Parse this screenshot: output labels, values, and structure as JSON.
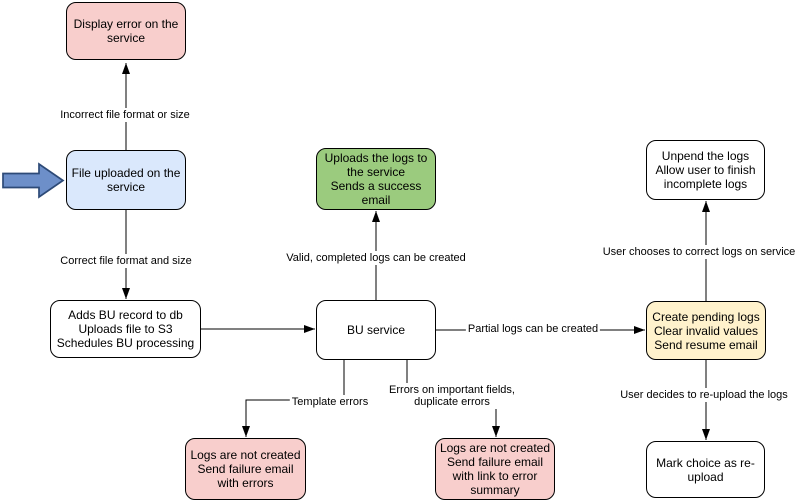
{
  "diagram": {
    "nodes": [
      {
        "key": "display-error",
        "label": "Display error on the\nservice",
        "fill": "#f8cecc"
      },
      {
        "key": "file-uploaded",
        "label": "File uploaded on the\nservice",
        "fill": "#dae8fc"
      },
      {
        "key": "adds-bu-record",
        "label": "Adds BU record to db\nUploads file to S3\nSchedules BU processing",
        "fill": "#ffffff"
      },
      {
        "key": "uploads-logs",
        "label": "Uploads the logs to\nthe service\nSends a success\nemail",
        "fill": "#9bcb7e"
      },
      {
        "key": "bu-service",
        "label": "BU service",
        "fill": "#ffffff"
      },
      {
        "key": "unpend-logs",
        "label": "Unpend the logs\nAllow user to finish\nincomplete logs",
        "fill": "#ffffff"
      },
      {
        "key": "create-pending-logs",
        "label": "Create pending logs\nClear invalid values\nSend resume email",
        "fill": "#fff2cc"
      },
      {
        "key": "mark-reupload",
        "label": "Mark choice as re-\nupload",
        "fill": "#ffffff"
      },
      {
        "key": "logs-not-created-errors",
        "label": "Logs are not created\nSend failure email\nwith errors",
        "fill": "#f8cecc"
      },
      {
        "key": "logs-not-created-summary",
        "label": "Logs are not created\nSend failure email\nwith link to error\nsummary",
        "fill": "#f8cecc"
      }
    ],
    "edge_labels": [
      {
        "text": "Incorrect file format or size"
      },
      {
        "text": "Correct file format and size"
      },
      {
        "text": "Valid, completed logs can be created"
      },
      {
        "text": "Partial logs can be created"
      },
      {
        "text": "User chooses to correct logs on service"
      },
      {
        "text": "Template errors"
      },
      {
        "text": "Errors on important fields,\nduplicate errors"
      },
      {
        "text": "User decides to re-upload the logs"
      }
    ],
    "entry_arrow": {
      "fill": "#6d8fc9",
      "stroke": "#2d4a77"
    },
    "colors": {
      "error_fill": "#f8cecc",
      "input_fill": "#dae8fc",
      "success_fill": "#9bcb7e",
      "pending_fill": "#fff2cc",
      "neutral_fill": "#ffffff",
      "line_stroke": "#000000"
    }
  }
}
